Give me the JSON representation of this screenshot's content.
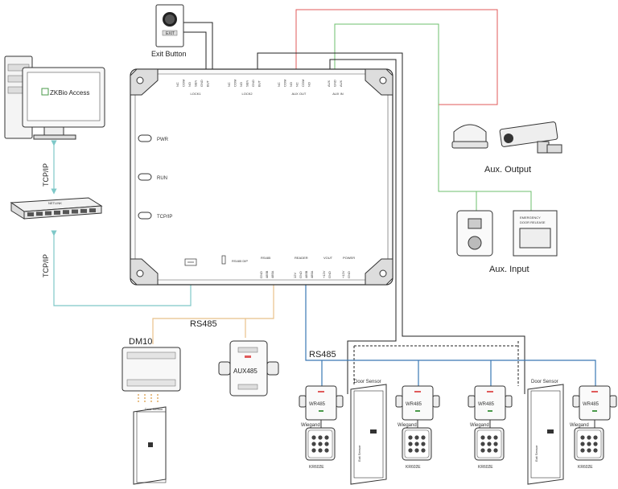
{
  "labels": {
    "exit_button": "Exit Button",
    "exit_plate": "EXIT",
    "software": "ZKBio Access",
    "tcpip_top": "TCP/IP",
    "tcpip_bottom": "TCP/IP",
    "aux_output": "Aux. Output",
    "aux_input": "Aux. Input",
    "rs485_left": "RS485",
    "rs485_right": "RS485",
    "dm10": "DM10",
    "aux485": "AUX485",
    "door_sensor": "Door Sensor",
    "door_sensor_small": "Door Sensor",
    "exit_sensor": "Exit Sensor",
    "wr485": "WR485",
    "wiegand": "Wiegand",
    "kr602e": "KR602E",
    "switch_brand": "NETLINK",
    "alarm_top": "EMERGENCY",
    "alarm_sub": "DOOR RELEASE"
  },
  "panel": {
    "leds": [
      "PWR",
      "RUN",
      "TCP/IP"
    ],
    "terminal_groups": [
      {
        "name": "LOCK1",
        "pins": [
          "NC",
          "COM",
          "NO",
          "SEN",
          "GND",
          "BUT"
        ]
      },
      {
        "name": "LOCK2",
        "pins": [
          "NC",
          "COM",
          "NO",
          "SEN",
          "GND",
          "BUT"
        ]
      },
      {
        "name": "AUX OUT",
        "pins": [
          "NC",
          "COM",
          "NO",
          "NC",
          "COM",
          "NO"
        ]
      },
      {
        "name": "AUX IN",
        "pins": [
          "AUX",
          "GND",
          "AUX"
        ]
      }
    ],
    "bottom_groups": [
      {
        "name": "RS485",
        "pins": [
          "GND",
          "485B",
          "485A"
        ]
      },
      {
        "name": "READER",
        "pins": [
          "12V",
          "GND",
          "485B",
          "485A"
        ]
      },
      {
        "name": "VOUT",
        "pins": [
          "+12V",
          "GND"
        ]
      },
      {
        "name": "POWER",
        "pins": [
          "+12V",
          "GND"
        ]
      }
    ],
    "addr_label": "RS485 DIP"
  },
  "colors": {
    "tcp": "#7ec8c8",
    "rs485_orange": "#e8c08a",
    "rs485_blue": "#3a78b4",
    "aux_out_red": "#e05a5a",
    "aux_in_green": "#6cbf6c",
    "wire": "#222222",
    "panel_fill": "#ffffff",
    "panel_stroke": "#333333"
  }
}
